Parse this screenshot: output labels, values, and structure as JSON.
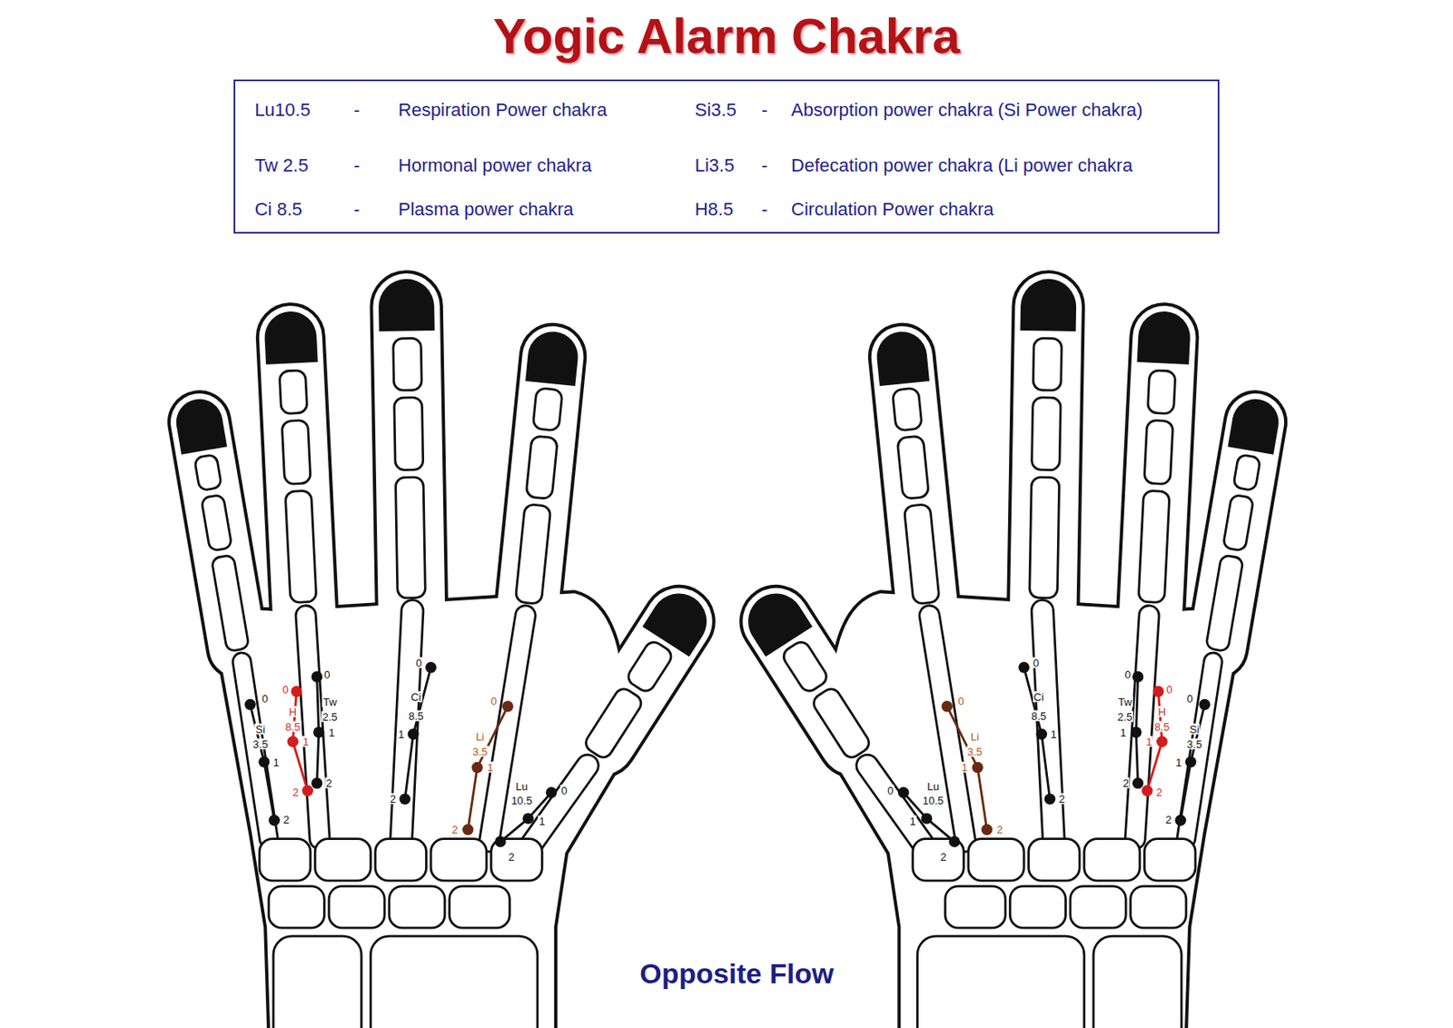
{
  "diagram": {
    "title": "Yogic Alarm Chakra",
    "caption": "Opposite Flow",
    "nodes": [
      {
        "text": [
          "Lu10.5",
          "-",
          "Respiration Power chakra",
          "Si3.5",
          "-",
          "Absorption power chakra (Si Power chakra)",
          "Tw 2.5",
          "-",
          "Hormonal power chakra",
          "Li3.5",
          "-",
          "Defecation power chakra (Li power chakra",
          "Ci 8.5",
          "-",
          "Plasma power chakra",
          "H8.5",
          "-",
          "Circulation Power chakra"
        ]
      }
    ],
    "labels": [
      "0",
      "Si",
      "3.5",
      "1",
      "2",
      "0",
      "H",
      "8.5",
      "1",
      "2",
      "0",
      "Tw",
      "2.5",
      "1",
      "2",
      "0",
      "Ci",
      "8.5",
      "1",
      "2",
      "0",
      "Li",
      "3.5",
      "1",
      "2",
      "Lu",
      "10.5",
      "0",
      "1",
      "2",
      "0",
      "Si",
      "3.5",
      "1",
      "2",
      "0",
      "H",
      "8.5",
      "1",
      "2",
      "0",
      "Tw",
      "2.5",
      "1",
      "2",
      "0",
      "Ci",
      "8.5",
      "1",
      "2",
      "0",
      "Li",
      "3.5",
      "1",
      "2",
      "Lu",
      "10.5",
      "0",
      "1",
      "2"
    ]
  }
}
